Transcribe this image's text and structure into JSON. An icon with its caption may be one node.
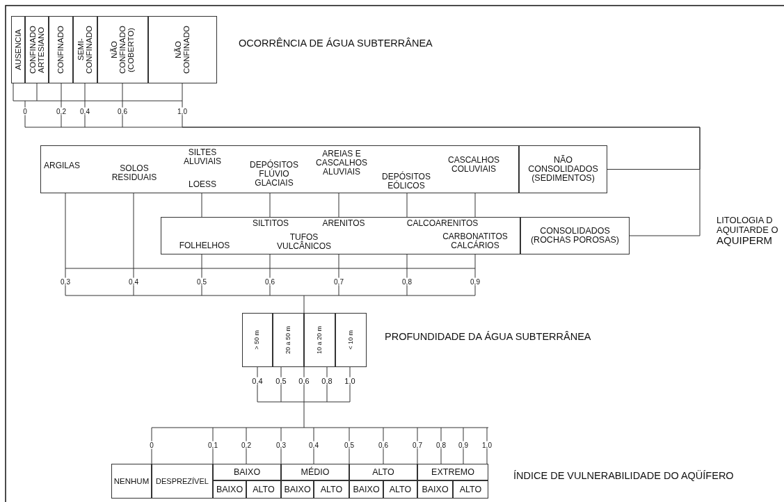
{
  "diagram": {
    "nodes": [
      {
        "text": [
          "AUSENCIA"
        ]
      },
      {
        "text": [
          "CONFINADO ARTESIANO"
        ]
      },
      {
        "text": [
          "CONFINADO"
        ]
      },
      {
        "text": [
          "SEMI-CONFINADO"
        ]
      },
      {
        "text": [
          "NÃO CONFINADO (COBERTO)"
        ]
      },
      {
        "text": [
          "NÃO CONFINADO"
        ]
      },
      {
        "text": [
          "ARGILAS",
          "SOLOS RESIDUAIS",
          "SILTES ALUVIAIS",
          "LOESS",
          "DEPÓSITOS FLÚVIO GLACIAIS",
          "AREIAS E CASCALHOS ALUVIAIS",
          "DEPÓSITOS EÓLICOS",
          "CASCALHOS COLUVIAIS"
        ]
      },
      {
        "text": [
          "NÃO CONSOLIDADOS (SEDIMENTOS)"
        ]
      },
      {
        "text": [
          "SILTITOS",
          "ARENITOS",
          "CALCOARENITOS",
          "FOLHELHOS",
          "TUFOS VULCÂNICOS",
          "CARBONATITOS CALCÁRIOS"
        ]
      },
      {
        "text": [
          "CONSOLIDADOS (ROCHAS POROSAS)"
        ]
      },
      {
        "text": [
          "> 50 m"
        ]
      },
      {
        "text": [
          "20 a 50 m"
        ]
      },
      {
        "text": [
          "10 a 20 m"
        ]
      },
      {
        "text": [
          "< 10 m"
        ]
      },
      {
        "text": [],
        "shape": "bracket"
      },
      {
        "text": [],
        "shape": "bracket"
      },
      {
        "text": [],
        "shape": "bracket"
      },
      {
        "text": [],
        "shape": "bracket"
      }
    ],
    "edges": [
      {
        "from": 14,
        "to": 7,
        "arrow": "none"
      },
      {
        "from": 14,
        "to": 9,
        "arrow": "none"
      },
      {
        "from": 15,
        "to": 11,
        "arrow": "none"
      },
      {
        "from": 16,
        "to": 17,
        "arrow": "none"
      },
      {
        "from": 6,
        "to": 8,
        "arrow": "none"
      },
      {
        "from": 6,
        "to": 8,
        "arrow": "none"
      },
      {
        "from": 6,
        "to": 8,
        "arrow": "none"
      },
      {
        "from": 6,
        "to": 8,
        "arrow": "none"
      },
      {
        "from": 6,
        "to": 8,
        "arrow": "none"
      },
      {
        "from": 6,
        "to": 15,
        "arrow": "none"
      },
      {
        "from": 6,
        "to": 15,
        "arrow": "none"
      },
      {
        "from": 8,
        "to": 15,
        "arrow": "none"
      },
      {
        "from": 8,
        "to": 15,
        "arrow": "none"
      },
      {
        "from": 8,
        "to": 15,
        "arrow": "none"
      },
      {
        "from": 8,
        "to": 15,
        "arrow": "none"
      },
      {
        "from": 8,
        "to": 15,
        "arrow": "none"
      }
    ],
    "labels": [
      "OCORRÊNCIA DE ÁGUA SUBTERRÂNEA",
      "0",
      "0,2",
      "0,4",
      "0,6",
      "1,0",
      "LITOLOGIA D",
      "AQUITARDE O",
      "AQUIPERM",
      "0,3",
      "0,4",
      "0,5",
      "0,6",
      "0,7",
      "0,8",
      "0,9",
      "PROFUNDIDADE DA ÁGUA SUBTERRÂNEA",
      "0,4",
      "0,5",
      "0,6",
      "0,8",
      "1,0",
      "0",
      "0,1",
      "0,2",
      "0,3",
      "0,4",
      "0,5",
      "0,6",
      "0,7",
      "0,8",
      "0,9",
      "1,0",
      "ÍNDICE DE VULNERABILIDADE DO AQÜÍFERO",
      "NENHUM",
      "DESPREZÍVEL",
      "BAIXO",
      "MÉDIO",
      "ALTO",
      "EXTREMO",
      "BAIXO",
      "ALTO",
      "BAIXO",
      "ALTO",
      "BAIXO",
      "ALTO",
      "BAIXO",
      "ALTO"
    ]
  }
}
